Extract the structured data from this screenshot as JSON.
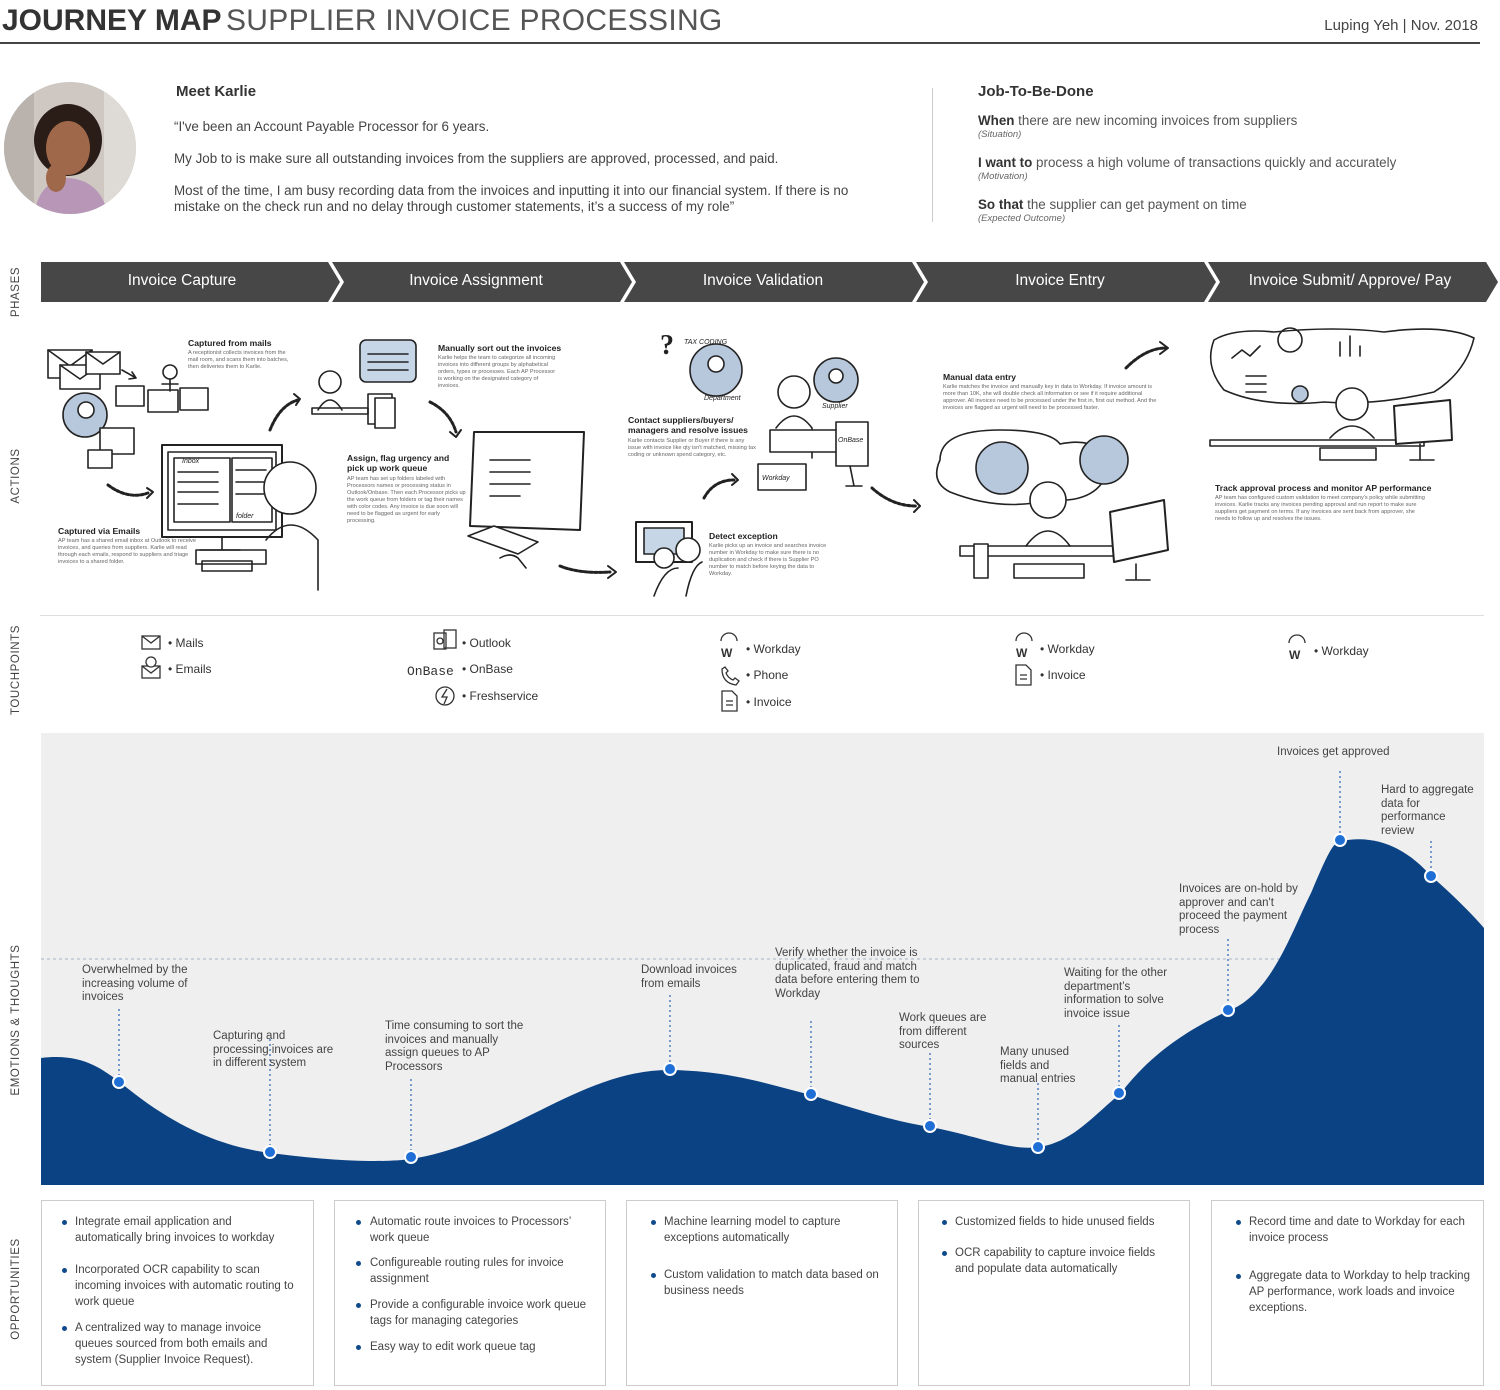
{
  "header": {
    "title_bold": "JOURNEY MAP",
    "title_light": "SUPPLIER INVOICE PROCESSING",
    "author": "Luping Yeh | Nov. 2018"
  },
  "persona": {
    "title": "Meet Karlie",
    "quote1": "“I've been an Account Payable Processor for 6 years.",
    "quote2": "My Job to is make sure all outstanding invoices from the suppliers are approved, processed, and paid.",
    "quote3a": "Most of the time, I am busy recording data from the invoices and inputting it into our financial system.  If there is no",
    "quote3b": "mistake on the check run and no delay through customer statements, it’s a success of my role”"
  },
  "jtbd": {
    "title": "Job-To-Be-Done",
    "when_lead": "When",
    "when_text": " there are new incoming invoices from suppliers",
    "when_sub": "(Situation)",
    "want_lead": "I want to",
    "want_text": " process a high volume of transactions quickly and accurately",
    "want_sub": "(Motivation)",
    "so_lead": "So that",
    "so_text": " the supplier can get payment on time",
    "so_sub": "(Expected Outcome)"
  },
  "row_labels": {
    "phases": "PHASES",
    "actions": "ACTIONS",
    "touchpoints": "TOUCHPOINTS",
    "emotions": "EMOTIONS & THOUGHTS",
    "opportunities": "OPPORTUNITIES"
  },
  "phases": [
    "Invoice Capture",
    "Invoice Assignment",
    "Invoice Validation",
    "Invoice Entry",
    "Invoice Submit/ Approve/ Pay"
  ],
  "colors": {
    "phase_bar": "#474747",
    "curve_fill": "#0b4283",
    "curve_dot": "#1f6fd6",
    "dotted_line": "#2a62b8",
    "panel_bg": "#efeff0"
  },
  "actions": {
    "mails_title": "Captured from mails",
    "mails_desc": "A receptionist collects invoices from the mail room, and scans them into batches, then deliveries them to Karlie.",
    "emails_title": "Captured via Emails",
    "emails_desc": "AP team has a shared email inbox at Outlook to receive invoices, and queries from suppliers. Karlie will read through each emails, respond to suppliers and triage invoices to a shared folder.",
    "sort_title": "Manually sort out the invoices",
    "sort_desc": "Karlie helps the team to categorize all incoming invoices into different groups by alphabetical orders, types or processes. Each AP Processor is working on the designated category of invoices.",
    "assign_title": "Assign, flag urgency and pick up work queue",
    "assign_desc": "AP team has set up folders labeled with Processors names or processing status in Outlook/Onbase. Then each Processor picks up the work queue from folders or tag their names with color codes. Any invoice is due soon will need to be flagged as urgent for early processing.",
    "contact_title": "Contact suppliers/buyers/ managers and resolve issues",
    "contact_desc": "Karlie contacts Supplier or Buyer if there is any issue with invoice like qty isn't matched, missing tax coding or unknown spend category, etc.",
    "detect_title": "Detect exception",
    "detect_desc": "Karlie picks up an invoice and searches invoice number in Workday to make sure there is no duplication and check if there is Supplier PO number to match before keying the data to Workday.",
    "entry_title": "Manual data entry",
    "entry_desc": "Karlie matches the invoice and manually key in data to Workday. If invoice amount is more than 10K, she will double check all information or see if it require additional approver. All invoices need to be processed under the first in, first out method. And the invoices are flagged as urgent will need to be processed faster.",
    "track_title": "Track approval process and monitor AP performance",
    "track_desc": "AP team has configured custom validation to meet company's policy while submitting invoices. Karlie tracks any invoices pending approval and run report to make sure suppliers get payment on terms. If any invoices are sent back from approver, she needs to follow up and resolves the issues.",
    "sketch_tax": "TAX CODING",
    "sketch_department": "Department",
    "sketch_supplier": "Supplier",
    "sketch_onbase": "OnBase",
    "sketch_workday": "Workday",
    "sketch_inbox": "Inbox",
    "sketch_folder": "folder"
  },
  "touchpoints": {
    "capture": [
      "Mails",
      "Emails"
    ],
    "assignment": [
      "Outlook",
      "OnBase",
      "Freshservice"
    ],
    "validation": [
      "Workday",
      "Phone",
      "Invoice"
    ],
    "entry": [
      "Workday",
      "Invoice"
    ],
    "submit": [
      "Workday"
    ],
    "icons": [
      "envelope-icon",
      "at-envelope-icon",
      "outlook-icon",
      "onbase-logo",
      "freshservice-icon",
      "workday-icon",
      "phone-icon",
      "document-icon"
    ],
    "onbase_logo_text": "OnBase"
  },
  "emotions": [
    {
      "text": "Overwhelmed by the increasing volume of invoices"
    },
    {
      "text": "Capturing and processing invoices are in different system"
    },
    {
      "text": "Time consuming to  sort the invoices and manually assign queues to AP Processors"
    },
    {
      "text": "Download invoices from emails"
    },
    {
      "text": "Verify whether the invoice is duplicated, fraud and match data before entering them to Workday"
    },
    {
      "text": "Work queues are from different sources"
    },
    {
      "text": "Many unused fields and manual entries"
    },
    {
      "text": "Waiting for the other department’s information to solve invoice issue"
    },
    {
      "text": "Invoices are on-hold by approver and can't proceed the payment process"
    },
    {
      "text": "Invoices get approved"
    },
    {
      "text": "Hard to aggregate data for performance review"
    }
  ],
  "opportunities": {
    "capture": [
      "Integrate email application and automatically bring invoices to workday",
      "Incorporated OCR capability to scan incoming invoices with automatic routing to work queue",
      "A centralized way to manage invoice queues sourced from both emails and system (Supplier Invoice Request)."
    ],
    "assignment": [
      "Automatic route invoices to Processors’ work queue",
      "Configureable routing rules for invoice assignment",
      "Provide a configurable invoice work queue tags for managing categories",
      "Easy way to edit work queue tag"
    ],
    "validation": [
      "Machine learning model to capture exceptions automatically",
      "Custom validation to match data based on business needs"
    ],
    "entry": [
      "Customized fields to hide unused fields",
      "OCR capability to capture invoice fields and populate data automatically"
    ],
    "submit": [
      "Record time and date to Workday for each invoice process",
      "Aggregate data to Workday to help tracking AP performance, work loads and invoice exceptions."
    ]
  }
}
